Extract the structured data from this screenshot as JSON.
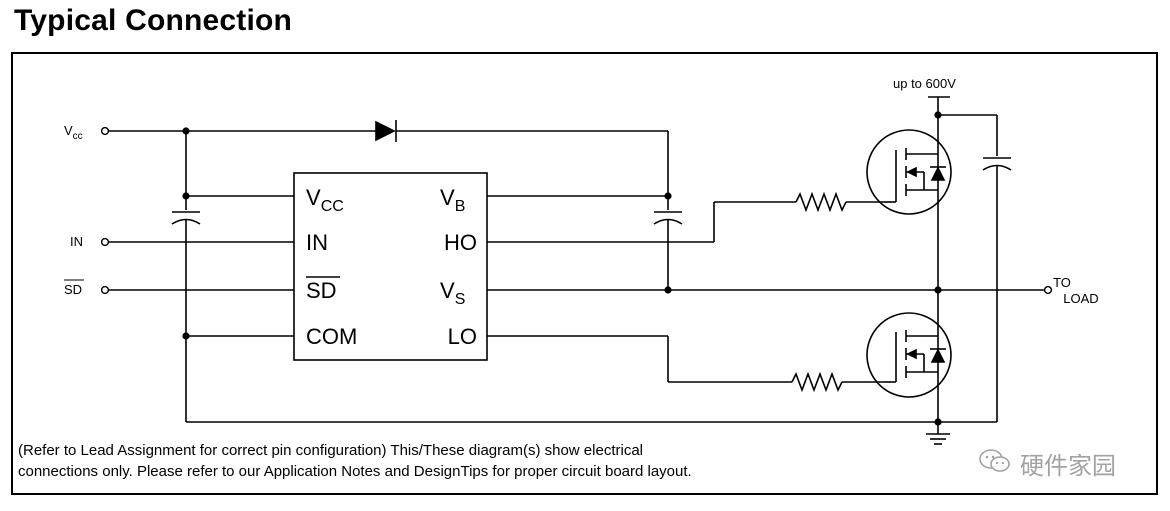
{
  "title": "Typical Connection",
  "labels": {
    "vcc_in_main": "V",
    "vcc_in_sub": "cc",
    "in": "IN",
    "sd": "SD",
    "supply": "up to 600V",
    "to_load_1": "TO",
    "to_load_2": "LOAD"
  },
  "ic_pins": {
    "vcc_main": "V",
    "vcc_sub": "CC",
    "in": "IN",
    "sd": "SD",
    "com": "COM",
    "vb_main": "V",
    "vb_sub": "B",
    "ho": "HO",
    "vs_main": "V",
    "vs_sub": "S",
    "lo": "LO"
  },
  "note": {
    "line1": "(Refer to Lead Assignment for correct pin configuration) This/These diagram(s) show electrical",
    "line2": "connections only.  Please refer to our Application Notes and DesignTips for proper circuit board layout."
  },
  "watermark": {
    "text": "硬件家园",
    "icon": "wechat-icon"
  },
  "colors": {
    "line": "#000000",
    "watermark": "#666666"
  }
}
